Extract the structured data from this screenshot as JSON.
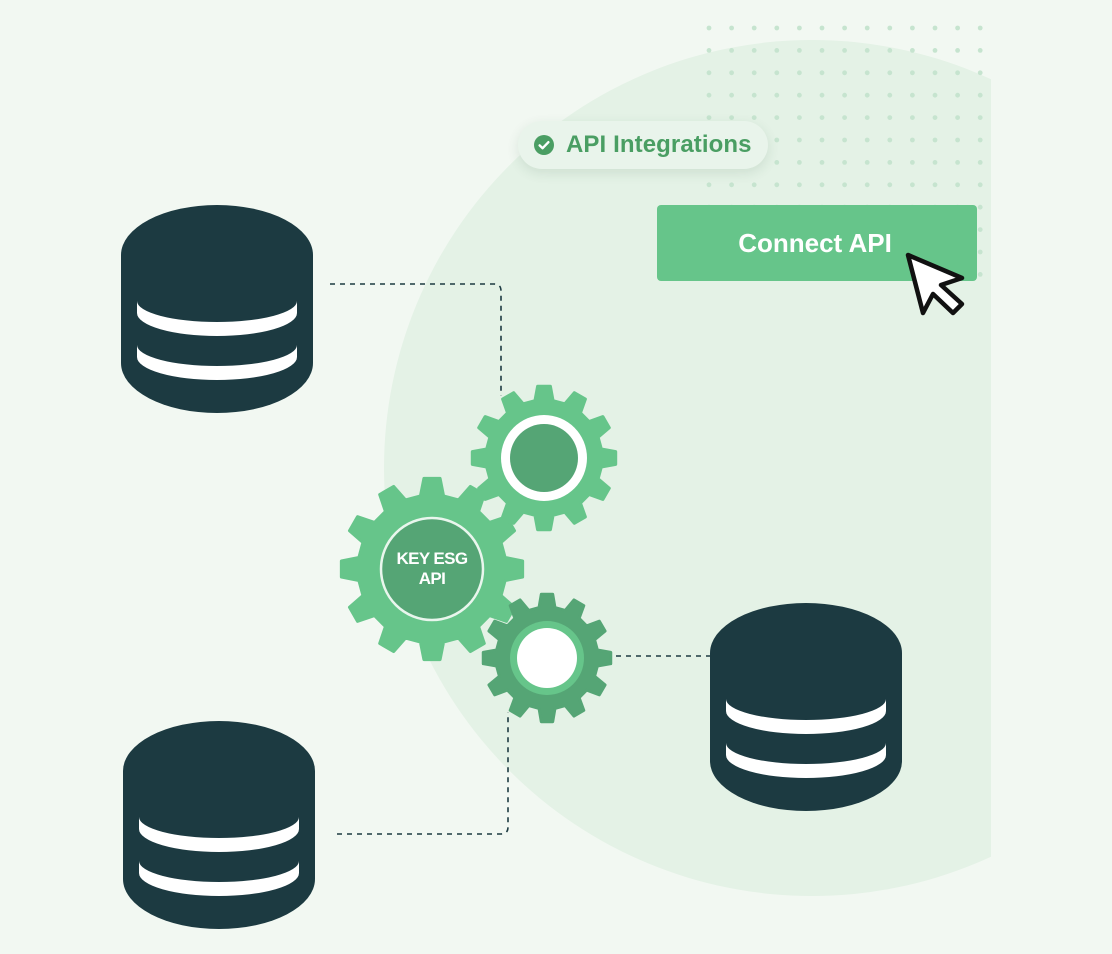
{
  "badge": {
    "label": "API Integrations",
    "icon": "check-circle-icon"
  },
  "connect_button": {
    "label": "Connect API"
  },
  "central_gear": {
    "line1": "KEY ESG",
    "line2": "API"
  },
  "colors": {
    "background": "#f2f8f2",
    "circle_bg": "#e4f2e6",
    "brand_green": "#66c58a",
    "mid_green": "#55a575",
    "dark_teal": "#1c3a41",
    "white": "#ffffff"
  },
  "icons": [
    "database-icon",
    "gear-icon",
    "cursor-arrow-icon",
    "check-circle-icon"
  ]
}
